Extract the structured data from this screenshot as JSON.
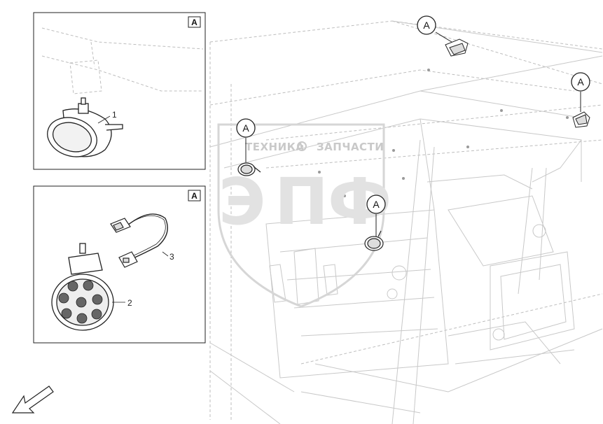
{
  "watermark": {
    "line1_left": "ТЕХНИКА",
    "line1_right": "ЗАПЧАСТИ",
    "letters": [
      "Э",
      "П",
      "Ф"
    ]
  },
  "detail_box_1": {
    "tag": "A",
    "callouts": [
      {
        "number": "1"
      }
    ]
  },
  "detail_box_2": {
    "tag": "A",
    "callouts": [
      {
        "number": "2"
      },
      {
        "number": "3"
      }
    ]
  },
  "location_callouts": [
    "A",
    "A",
    "A",
    "A"
  ],
  "colors": {
    "line": "#222222",
    "ghost": "#b8b8b8",
    "watermark": "#d9d9d9"
  },
  "icons": {
    "direction": "arrow-down-left-icon",
    "gear": "gear-icon"
  }
}
